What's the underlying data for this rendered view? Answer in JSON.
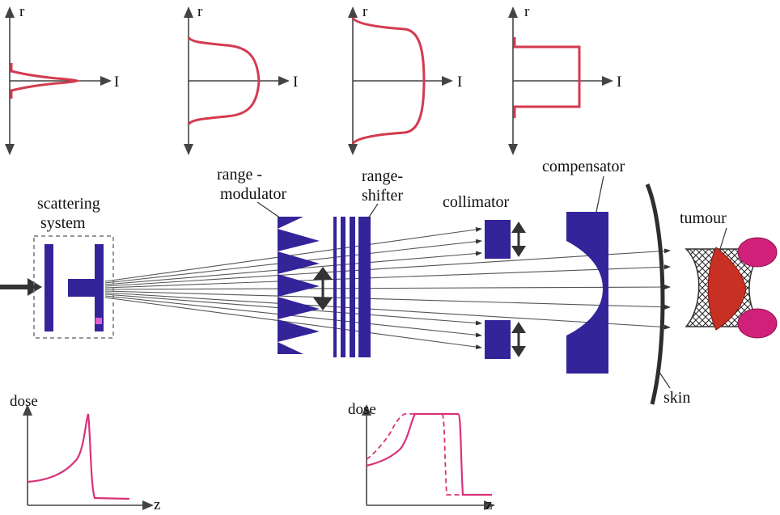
{
  "labels": {
    "scattering": "scattering",
    "system": "system",
    "range_mod_1": "range -",
    "range_mod_2": "modulator",
    "range_shift_1": "range-",
    "range_shift_2": "shifter",
    "collimator": "collimator",
    "compensator": "compensator",
    "tumour": "tumour",
    "skin": "skin"
  },
  "profile_plots": {
    "r_label": "r",
    "i_label": "I",
    "count": 4
  },
  "dose_plots": {
    "dose_label": "dose",
    "z_label": "z"
  },
  "colors": {
    "beamline_elements": "#34249a",
    "profile_curves": "#d43a4f",
    "dose_curves": "#d9327a",
    "organs_at_risk": "#d0207a",
    "tumour": "#c83024"
  }
}
